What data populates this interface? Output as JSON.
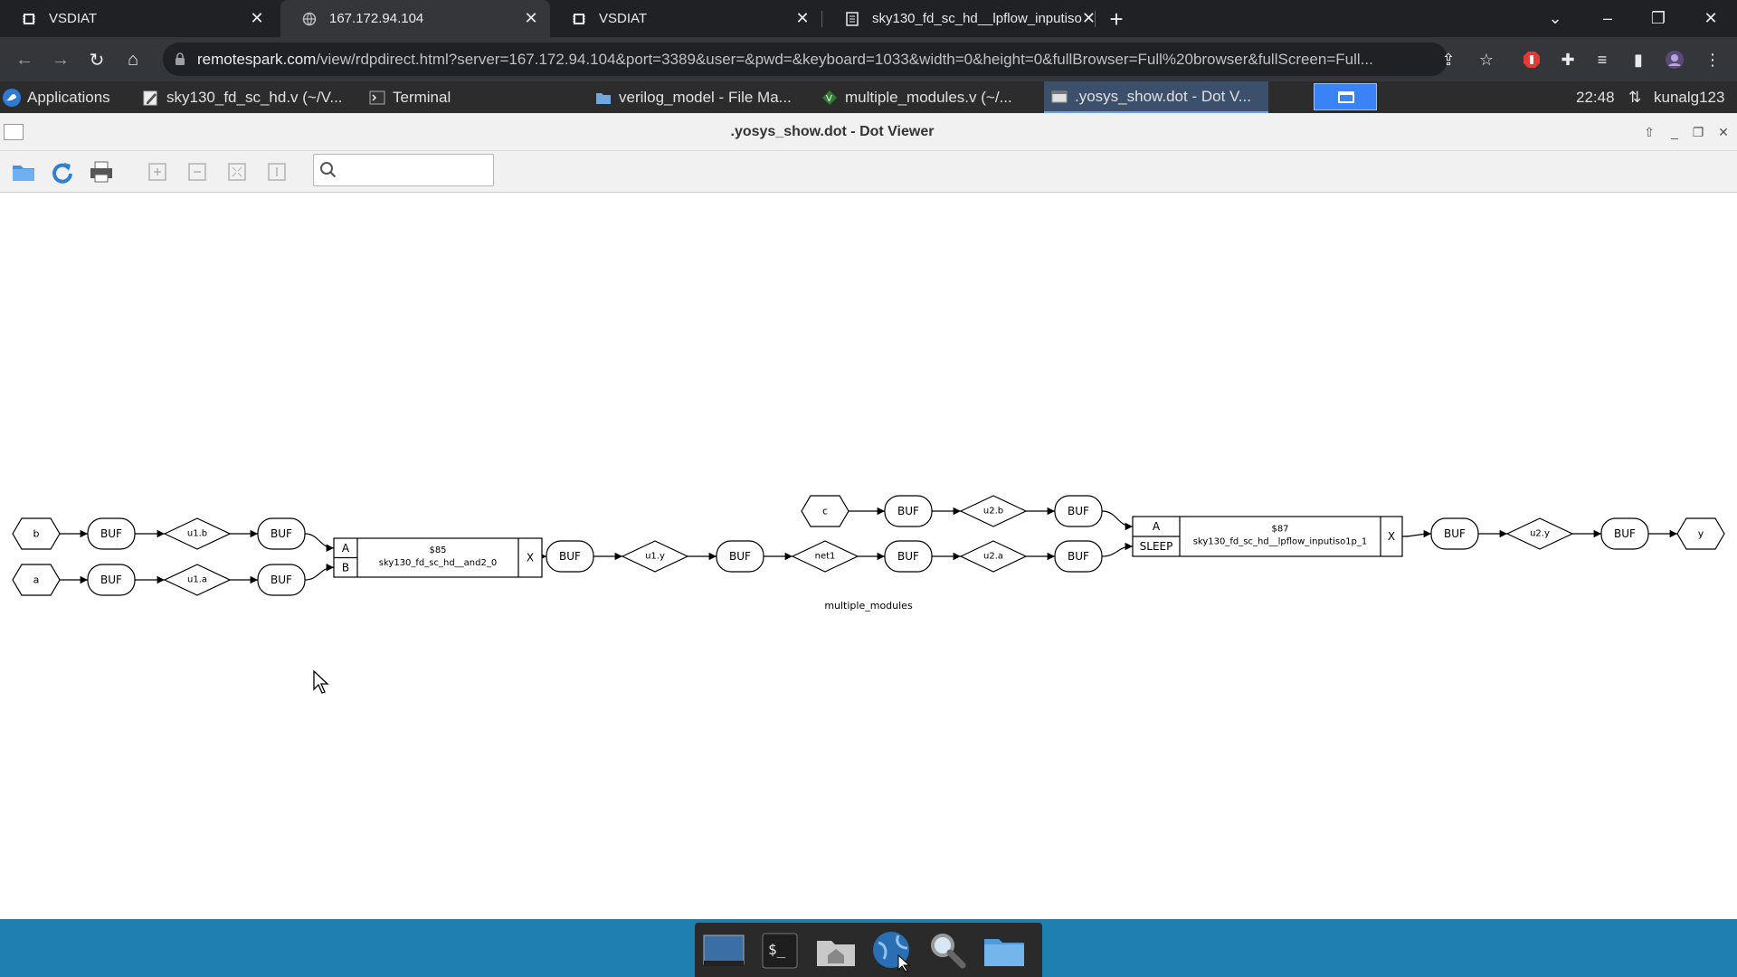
{
  "browser": {
    "tabs": [
      {
        "title": "VSDIAT",
        "active": false,
        "icon": "chip-icon"
      },
      {
        "title": "167.172.94.104",
        "active": true,
        "icon": "globe-icon"
      },
      {
        "title": "VSDIAT",
        "active": false,
        "icon": "chip-icon"
      },
      {
        "title": "sky130_fd_sc_hd__lpflow_inputiso",
        "active": false,
        "icon": "document-icon"
      }
    ],
    "url_host": "remotespark.com",
    "url_path": "/view/rdpdirect.html?server=167.172.94.104&port=3389&user=&pwd=&keyboard=1033&width=0&height=0&fullBrowser=Full%20browser&fullScreen=Full..."
  },
  "panel": {
    "applications_label": "Applications",
    "tasks": [
      {
        "label": "sky130_fd_sc_hd.v (~/V...",
        "icon": "editor-icon",
        "active": false
      },
      {
        "label": "Terminal",
        "icon": "terminal-icon",
        "active": false
      },
      {
        "label": "verilog_model - File Ma...",
        "icon": "folder-icon",
        "active": false
      },
      {
        "label": "multiple_modules.v (~/...",
        "icon": "vim-icon",
        "active": false
      },
      {
        "label": ".yosys_show.dot - Dot V...",
        "icon": "viewer-icon",
        "active": true
      }
    ],
    "clock": "22:48",
    "user": "kunalg123"
  },
  "window": {
    "title": ".yosys_show.dot - Dot Viewer",
    "search_value": "",
    "search_placeholder": ""
  },
  "graph": {
    "graph_label": "multiple_modules",
    "ports": [
      {
        "id": "b",
        "label": "b"
      },
      {
        "id": "a",
        "label": "a"
      },
      {
        "id": "c",
        "label": "c"
      },
      {
        "id": "y",
        "label": "y"
      }
    ],
    "bufs": [
      {
        "id": "buf_b1",
        "label": "BUF"
      },
      {
        "id": "buf_b2",
        "label": "BUF"
      },
      {
        "id": "buf_a1",
        "label": "BUF"
      },
      {
        "id": "buf_a2",
        "label": "BUF"
      },
      {
        "id": "buf_x1",
        "label": "BUF"
      },
      {
        "id": "buf_x2",
        "label": "BUF"
      },
      {
        "id": "buf_c1",
        "label": "BUF"
      },
      {
        "id": "buf_c2",
        "label": "BUF"
      },
      {
        "id": "buf_n1",
        "label": "BUF"
      },
      {
        "id": "buf_n2",
        "label": "BUF"
      },
      {
        "id": "buf_o1",
        "label": "BUF"
      },
      {
        "id": "buf_o2",
        "label": "BUF"
      }
    ],
    "wires": [
      {
        "id": "u1b",
        "label": "u1.b"
      },
      {
        "id": "u1a",
        "label": "u1.a"
      },
      {
        "id": "u1y",
        "label": "u1.y"
      },
      {
        "id": "net1",
        "label": "net1"
      },
      {
        "id": "u2b",
        "label": "u2.b"
      },
      {
        "id": "u2a",
        "label": "u2.a"
      },
      {
        "id": "u2y",
        "label": "u2.y"
      }
    ],
    "cells": [
      {
        "id": "and2",
        "inputs": [
          "A",
          "B"
        ],
        "name": "$85",
        "type": "sky130_fd_sc_hd__and2_0",
        "output": "X"
      },
      {
        "id": "iso",
        "inputs": [
          "A",
          "SLEEP"
        ],
        "name": "$87",
        "type": "sky130_fd_sc_hd__lpflow_inputiso1p_1",
        "output": "X"
      }
    ]
  }
}
